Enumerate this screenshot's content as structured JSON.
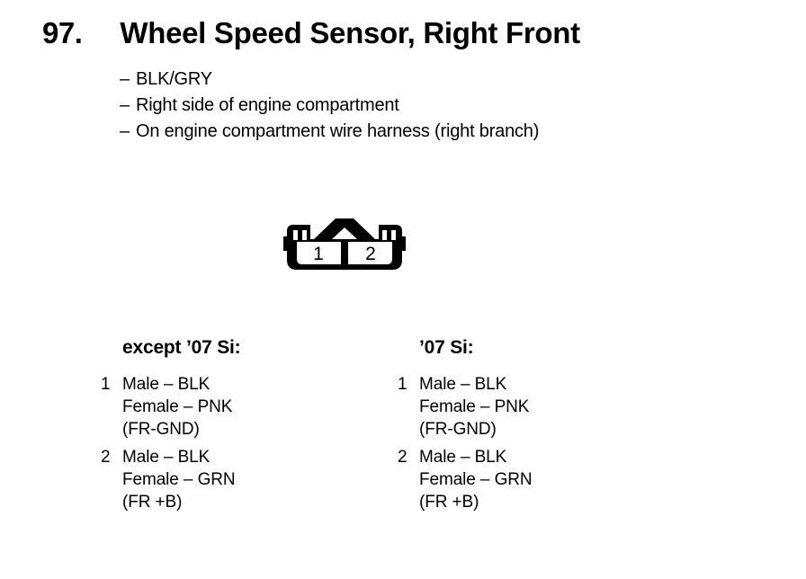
{
  "document": {
    "background_color": "#ffffff",
    "ink_color": "#000000"
  },
  "header": {
    "number": "97.",
    "title": "Wheel Speed Sensor, Right Front"
  },
  "bullets": [
    {
      "dash": "–",
      "text": "BLK/GRY"
    },
    {
      "dash": "–",
      "text": "Right side of engine compartment"
    },
    {
      "dash": "–",
      "text": "On engine compartment wire harness (right branch)"
    }
  ],
  "connector": {
    "name": "two-cavity-connector",
    "cavities": [
      {
        "number": "1"
      },
      {
        "number": "2"
      }
    ]
  },
  "legend": {
    "columns": [
      {
        "heading": "except ’07 Si:",
        "pins": [
          {
            "index": "1",
            "lines": [
              "Male – BLK",
              "Female – PNK",
              "(FR-GND)"
            ]
          },
          {
            "index": "2",
            "lines": [
              "Male – BLK",
              "Female – GRN",
              "(FR +B)"
            ]
          }
        ]
      },
      {
        "heading": "’07 Si:",
        "pins": [
          {
            "index": "1",
            "lines": [
              "Male – BLK",
              "Female – PNK",
              "(FR-GND)"
            ]
          },
          {
            "index": "2",
            "lines": [
              "Male – BLK",
              "Female – GRN",
              "(FR +B)"
            ]
          }
        ]
      }
    ]
  }
}
